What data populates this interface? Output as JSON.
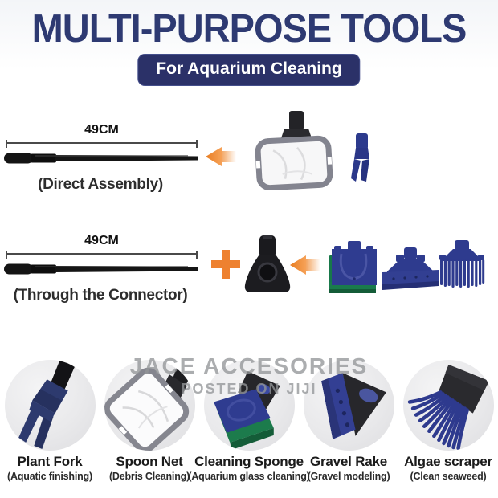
{
  "header": {
    "title": "MULTI-PURPOSE TOOLS",
    "badge": "For Aquarium Cleaning"
  },
  "rows": [
    {
      "length": "49CM",
      "caption": "(Direct Assembly)"
    },
    {
      "length": "49CM",
      "caption": "(Through the Connector)"
    }
  ],
  "icons": {
    "row1_arrow": "arrow-left-icon",
    "row2_plus": "plus-icon",
    "row2_arrow": "arrow-left-icon"
  },
  "watermark": {
    "line1": "JACE ACCESORIES",
    "line2": "POSTED ON JIJI"
  },
  "tools": [
    {
      "name": "Plant Fork",
      "desc": "(Aquatic finishing)"
    },
    {
      "name": "Spoon Net",
      "desc": "(Debris Cleaning)"
    },
    {
      "name": "Cleaning Sponge",
      "desc": "(Aquarium glass cleaning)"
    },
    {
      "name": "Gravel Rake",
      "desc": "(Gravel modeling)"
    },
    {
      "name": "Algae scraper",
      "desc": "(Clean seaweed)"
    }
  ],
  "colors": {
    "title_navy": "#2e3a72",
    "badge_navy": "#2b3168",
    "accent_orange": "#ee8130",
    "tool_blue": "#2f3c90",
    "sponge_green": "#1c7b4c",
    "pole_black": "#141414",
    "watermark_gray": "#97999c"
  }
}
